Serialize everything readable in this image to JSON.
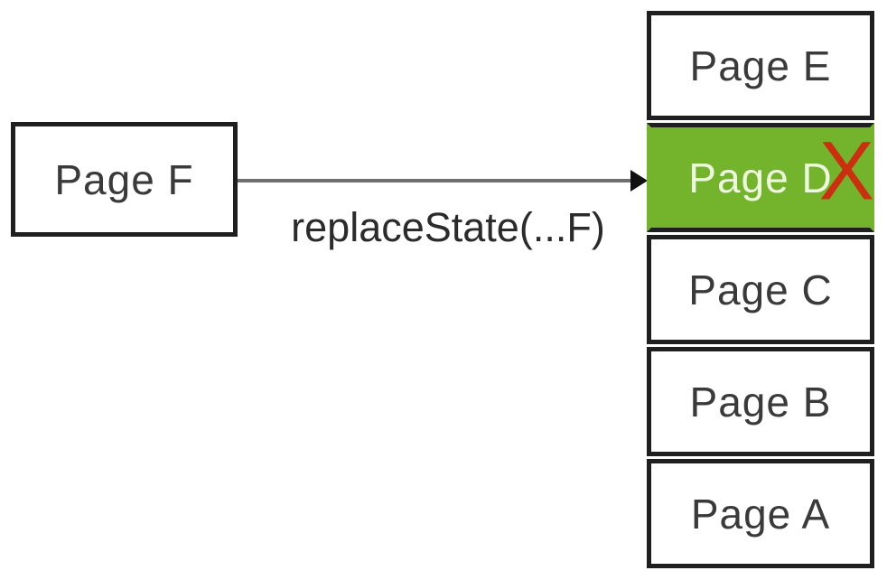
{
  "diagram": {
    "source_box": {
      "label": "Page F"
    },
    "arrow": {
      "label": "replaceState(...F)"
    },
    "stack": {
      "items": [
        {
          "label": "Page E",
          "highlighted": false,
          "crossed_out": false
        },
        {
          "label": "Page D",
          "highlighted": true,
          "crossed_out": true
        },
        {
          "label": "Page C",
          "highlighted": false,
          "crossed_out": false
        },
        {
          "label": "Page B",
          "highlighted": false,
          "crossed_out": false
        },
        {
          "label": "Page A",
          "highlighted": false,
          "crossed_out": false
        }
      ]
    },
    "cross_icon_glyph": "X",
    "colors": {
      "highlight_green": "#74b42c",
      "cross_red": "#cc2f10",
      "box_border": "#1f1f1f",
      "arrow_gray": "#6f6f6f"
    }
  }
}
